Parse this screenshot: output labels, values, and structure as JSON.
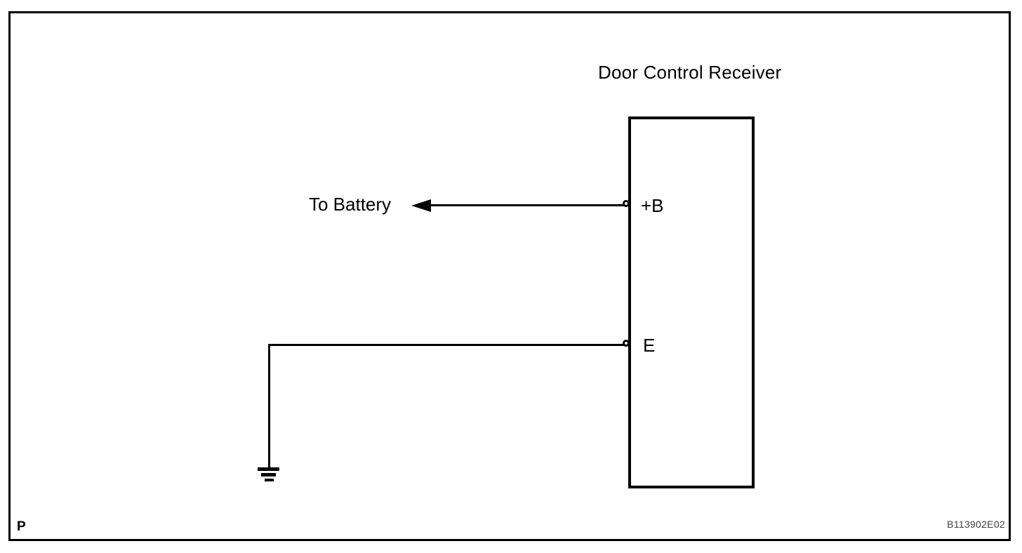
{
  "diagram": {
    "title": "Door Control Receiver",
    "to_battery_label": "To Battery",
    "terminals": [
      {
        "label": "+B"
      },
      {
        "label": "E"
      }
    ],
    "page_marker": "P",
    "figure_code": "B113902E02",
    "colors": {
      "line": "#000000",
      "background": "#ffffff",
      "figure_code_text": "#3f3f3f"
    },
    "symbols": [
      "arrow-left",
      "ground",
      "terminal-circle"
    ]
  }
}
